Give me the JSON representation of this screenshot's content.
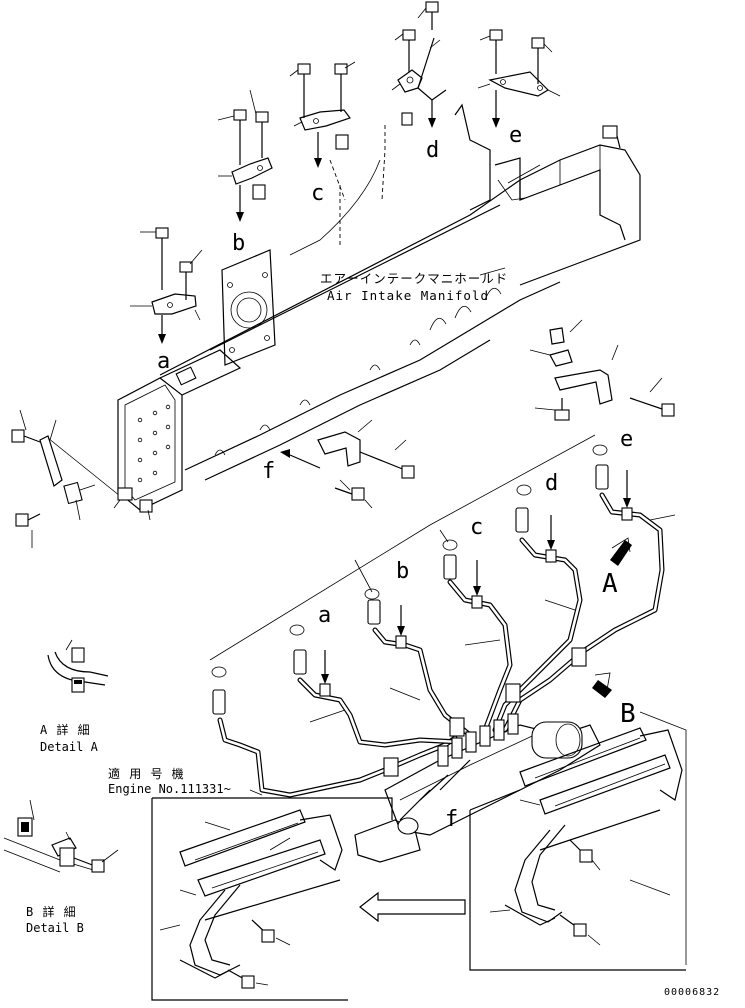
{
  "manifold_label": {
    "japanese": "エアーインテークマニホールド",
    "english": "Air Intake Manifold"
  },
  "detail_a": {
    "japanese": "A 詳 細",
    "english": "Detail A"
  },
  "detail_b": {
    "japanese": "B 詳 細",
    "english": "Detail B"
  },
  "applicable": {
    "japanese": "適 用 号 機",
    "english": "Engine No.111331~"
  },
  "callouts": {
    "a": "a",
    "b": "b",
    "c": "c",
    "d": "d",
    "e": "e",
    "f": "f",
    "A": "A",
    "B": "B"
  },
  "drawing_number": "00006832"
}
